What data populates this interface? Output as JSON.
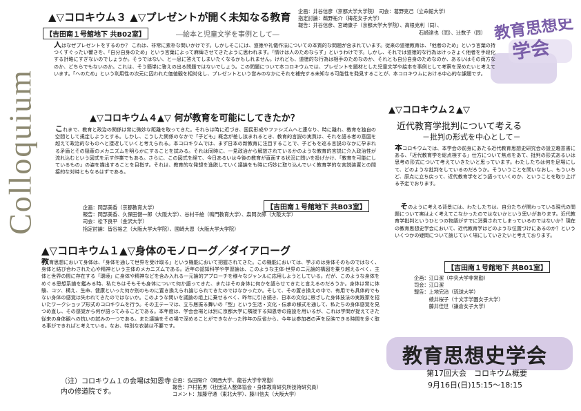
{
  "vertical_word": "Colloquium",
  "stamp_text": "教育思想史学会",
  "c3": {
    "title": "▲▽コロキウム３ ▲▽プレゼントが開く未知なる教育",
    "venue": "【吉田南１号館地下 共B02室】",
    "subtitle": "―絵本と児童文学を事例として―",
    "meta": [
      "企画：井谷信彦（京都大学大学院） 司会：葛野克己（立命館大学）",
      "指定討論：鵜野祐介（梅花女子大学）",
      "報告：井谷信彦、宮崎康子（京都大学大学院）、高根克利（同）、",
      "石崎達也（同）、辻数子（同）"
    ],
    "body": "人はなぜプレゼントをするのか？ これは、非常に素朴な問いかけです。しかしそこには、道徳や礼儀作法についての本質的な問題が含まれています。従来の道徳教育は、「他者のため」という言葉の持つくすぐったい響きを、「自分自身のため」という言葉によって麻痺させてきたように思われます。「情けは人のためならず」というわけです。しかし、それでは道徳的な行為はけっきょく他者を手段化する計略にすぎないのでしょうか。そうではない、と一息に答えてしまいたくなるかもしれません。けれども、道徳的な行為は相手のためなのか、それとも自分自身のためなのか、あるいはその両方なのか、どちらでもないのか。これは、そう簡単に答えの出る問題ではないでしょう。この問題について本コロキウムでは、プレゼントを題材とした児童文学や絵本を事例として考察を深めたいと考えています。「へのため」という利用性の次元に囚われた価値観を相対化し、プレゼントという営みのなかにそれを補完する未知なる可能性を発見することが、本コロキウムにおける中心的な課題です。"
  },
  "c4": {
    "title": "▲▽コロキウム４▲▽ 何が教育を可能にしてきたか？",
    "venue": "【吉田南１号館地下 共B03室】",
    "meta": [
      "企画：岡部美香（京都教育大学）",
      "報告：岡部美香、久保田健一郎（大阪大学）、谷村千絵（鳴門教育大学）、森岡次郎（大阪大学）",
      "司会：松下良平（金沢大学）",
      "指定討論：皆谷裕之（大阪大学大学院）、國崎大恩（大阪大学大学院）"
    ],
    "body": "これまで、教育と政治の関係は常に微妙な距離を取ってきた。それらは時に近づき、国民形成やファシズムへと連なり、時に離れ、教育を独自の空間として規定しようとする。しかし、こうした関係のなかで「子ども」概念が差し挟まれるとき、教育的言説の実質は、それを語る者の意図を越えて政治的なものへと接近していくと考えられる。本コロキウムでは、まず日本の新教育に注目することで、子どもを巡る言説のなかに孕まれる矛盾とその隠蔽のメカニズムを明らかにすることを試みる。それは同時に、一見政治から解放されているかのような教育的言説に介入政治性が流れ込むという図式を示す作業でもある。さらに、この図式を経て、今日あるいは今後の教育が直面する状況に問いを投げかけ、「教育を可能にしているもの」の姿を描出することを目指す。それは、教育的な発想を逸脱していく議論をも時に巧妙に取り込んでいく教育学的な言説装置との間接的な対峙ともなるはずである。"
  },
  "c1": {
    "title": "▲▽コロキウム１▲▽身体のモノローグ／ダイアローグ",
    "body": "教育思想において身体は、「身体を通して世界を受け取る」という機能において把握されてきた。この機能においては、学ぶのは身体そのものではなく、身体と結び合わされた心や精神という主体のメカニズムである。近年の認知科学や学習論は、このような主体-世界の二元論的構図を乗り越えるべく、主体と世界の間に存在する「環境」に身体や精神などを含み入れる一元論的アプローチを様々なジャンルに応用しようとしている。だが、このような身体をめぐる思想系譜を鑑みる時、私たちはそもそも身体について何か語ってきた、またはその身体に何かを語らせてきたと言えるのだろうか。身体は常に体験、コツ、構え、生命、健康といった何か別のものに置き換えられ論じられてきたのではなかったか。そして、その置き換えの中で、有用でも具体的でもない身体の感覚は失われてきたのではないか。このような問いを議論の俎上に乗せるべく、昨年に引き続き、日本の文化に根ざした身体技法の実践家を招いたワークショップ形式のコロキウムを行う。その主テーマは、立ち居振る舞いの「型」という生活・文化・伝承の様式を通して、私たちの身体感覚を見つめ直し、その感覚から何が語ってみることである。本年度は、学会会場とは別に京都大学に隣接する知恩寺の施設を用いるが、これは学問が捉えてきた従来の身体観への抗いの試みの一つである。また議論をその場で深めることができなかった昨年の反省から、今年は参加者の声を反映できる時間を多く取る事ができればと考えている。なお、特別な衣装は不要です。",
    "note": "（注）コロキウム１の会場は知恩寺内の修道院です。",
    "meta": [
      "企画：弘田陽介（関西大学、龍谷大学非常勤）",
      "報告：戸村拓男（社団法人整体協会・身体教育研究所技術研究員）",
      "コメント：加藤守通（東北大学）、藤川信夫（大阪大学）"
    ]
  },
  "c2": {
    "title": "▲▽コロキウム２▲▽",
    "subtitle": "近代教育学批判について考える",
    "subtitle2": "－批判の形式を中心として－",
    "body1": "本コロキウムでは、本学会の前身にあたる近代教育思想史研究会の設立趣意書にある、「近代教育学を総点検する」仕方について焦点をあて、批判の形式あるいは思考の形式について考えていきたいと思っています。わたしたちは何を足場にして、どのような批判をしているのだろうか。そういうことを問いなおし、もういちど、原点に立ち戻って、近代教育学をどう語っていくのか、ということを取り上げる予定でおります。",
    "body2": "そのように考える背景には、わたしたちは、自分たちが関わっている現代の問題について実はよく考えてこなかったのではないかという思いがあります。近代教育学批判というひとつの物語がすでに消費されてしまっているのではないか？現在の教育思想史学会において、近代教育学はどのような位置づけにあるのか？といういくつかの疑問について論じていく場にしていきたいと考えております。",
    "venue": "【吉田南１号館地下 共B01室】",
    "meta": [
      "企画：江口潔（中央大学非常勤）",
      "司会：江口潔",
      "報告：上地完治（琉球大学）",
      "　　　綾井桜子（十文字学園女子大学）",
      "　　　藤井佳世（鎌倉女子大学）"
    ]
  },
  "footer": {
    "society": "教育思想史学会",
    "conference": "第17回大会　コロキウム概要",
    "date": "9月16日(日)15:15～18:15"
  },
  "colors": {
    "accent_purple": "#b7a6cf",
    "stamp_purple": "#8a6fb3"
  }
}
